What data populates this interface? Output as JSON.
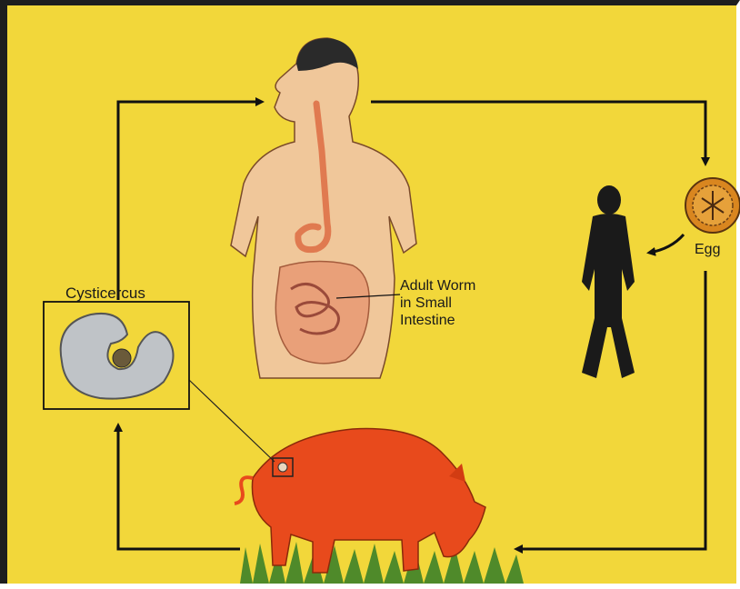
{
  "labels": {
    "cysticercus": "Cysticercus",
    "adult_worm": "Adult Worm\nin Small\nIntestine",
    "egg": "Egg"
  },
  "colors": {
    "background": "#f2d73a",
    "arrow": "#111111",
    "human_skin": "#f0c79a",
    "pig": "#e84a1c",
    "silhouette": "#1a1a1a",
    "egg": "#d9861f",
    "grass": "#4f8a2a",
    "cyst": "#bfc3c7"
  },
  "stages": [
    "human-host",
    "egg",
    "contaminated-human",
    "pig-host",
    "cysticercus"
  ]
}
